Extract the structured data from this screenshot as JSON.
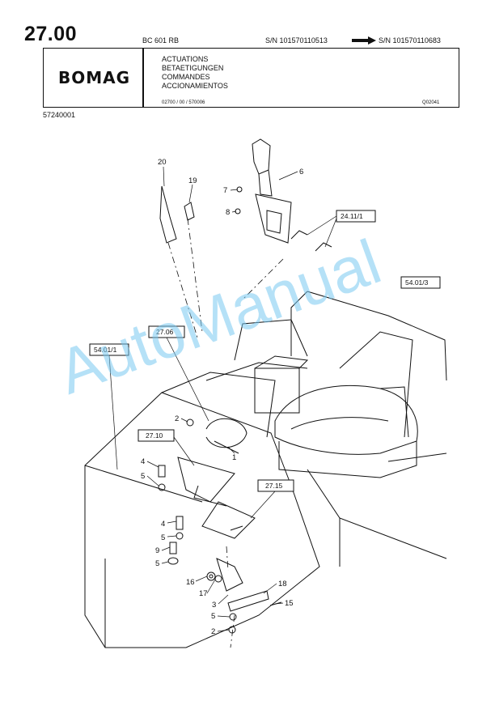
{
  "header": {
    "page_number": "27.00",
    "model": "BC 601 RB",
    "serial_from": "S/N 101570110513",
    "serial_to": "S/N 101570110683",
    "logo": "BOMAG",
    "titles": [
      "ACTUATIONS",
      "BETAETIGUNGEN",
      "COMMANDES",
      "ACCIONAMIENTOS"
    ],
    "doc_code": "02700 / 00 / 570006",
    "ref_code": "Q02041",
    "part_number": "57240001"
  },
  "callouts": [
    "20",
    "19",
    "7",
    "6",
    "8",
    "2",
    "1",
    "4",
    "5",
    "4",
    "5",
    "9",
    "5",
    "16",
    "17",
    "3",
    "18",
    "15",
    "5",
    "2"
  ],
  "reference_boxes": [
    "24.11/1",
    "54.01/3",
    "27.06",
    "54.01/1",
    "27.10",
    "27.15"
  ],
  "watermark": "AutoManual",
  "colors": {
    "ink": "#111111",
    "watermark": "#78c8f0"
  }
}
